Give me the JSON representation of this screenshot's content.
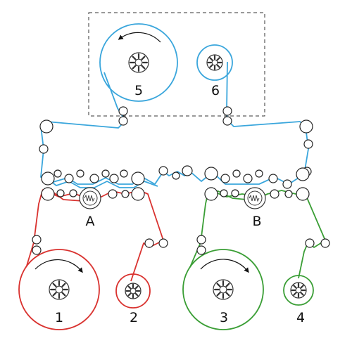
{
  "colors": {
    "web_blue": "#3aa6dc",
    "web_red": "#d9322f",
    "web_green": "#3a9e35",
    "rollers": "#222222",
    "frame": "#333333"
  },
  "labels": {
    "reel_1": "1",
    "reel_2": "2",
    "reel_3": "3",
    "reel_4": "4",
    "reel_5": "5",
    "reel_6": "6",
    "station_a": "A",
    "station_b": "B"
  },
  "icons": {
    "rotation_arrow": "curved-arrow-icon",
    "reel_hub": "spool-hub-icon",
    "nip_unit": "laminating-nip-icon",
    "frame": "dashed-frame"
  }
}
